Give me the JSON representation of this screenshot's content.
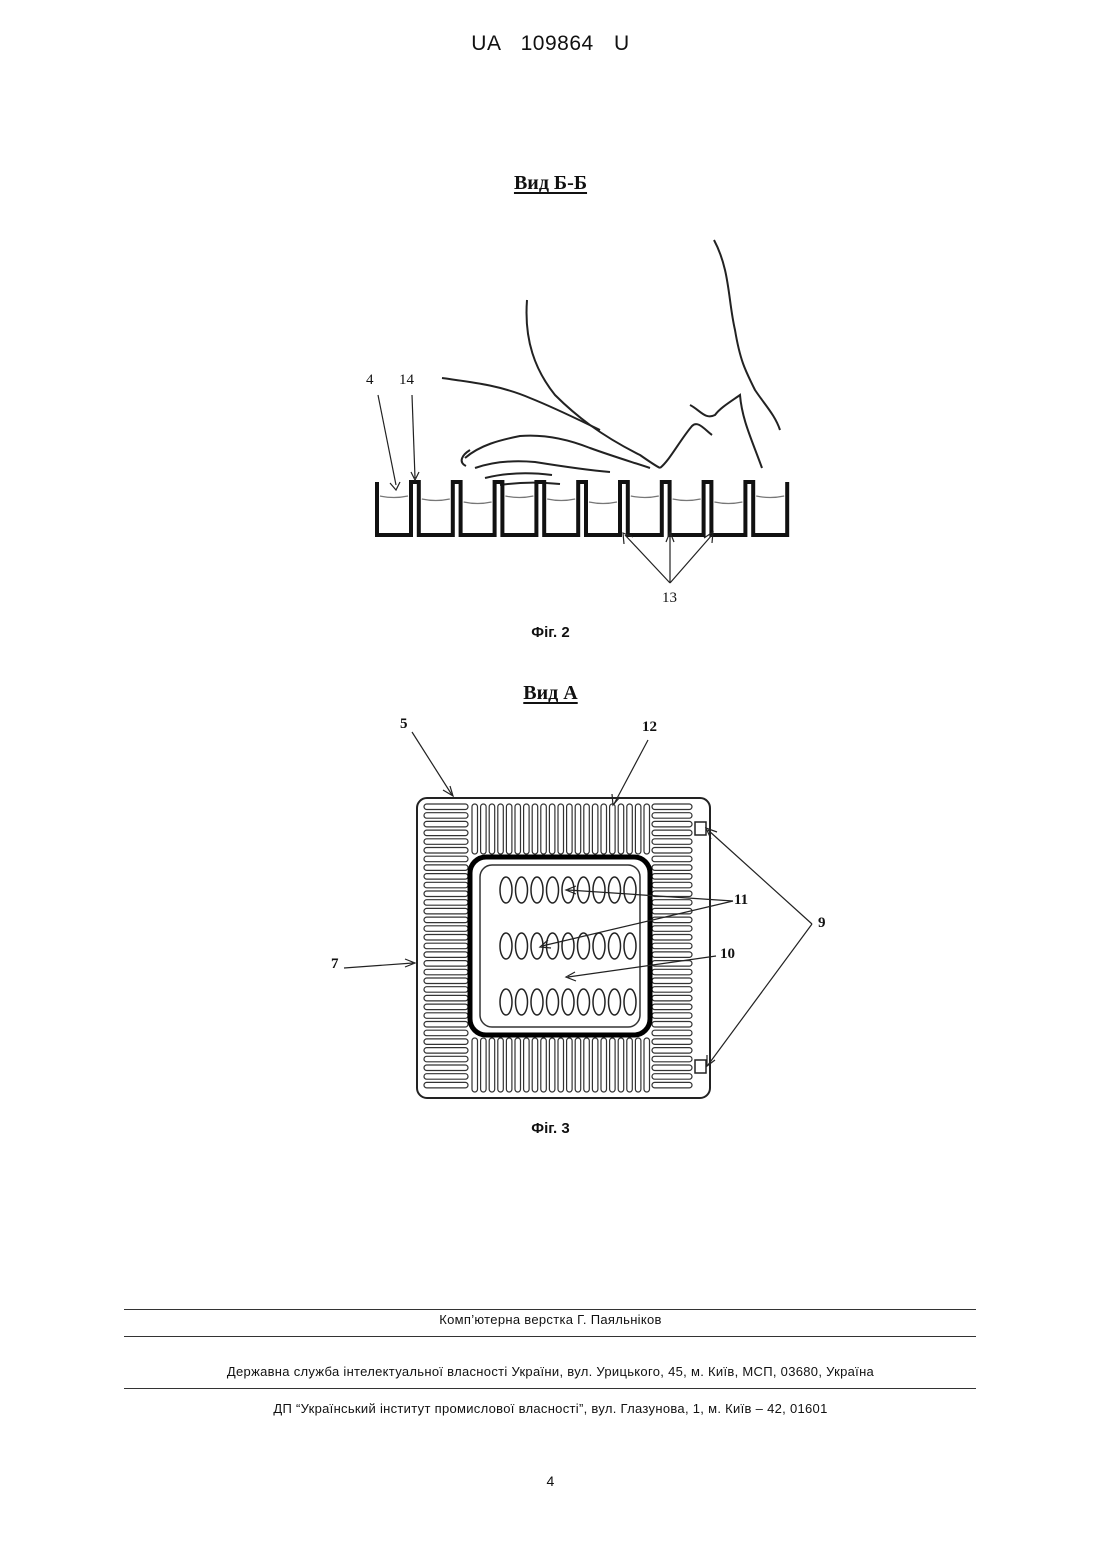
{
  "header": {
    "doc_number": "UA 109864 U"
  },
  "figure2": {
    "view_title": "Вид Б-Б",
    "caption": "Фіг. 2",
    "refs": {
      "r4": "4",
      "r14": "14",
      "r13": "13"
    }
  },
  "figure3": {
    "view_title": "Вид А",
    "caption": "Фіг. 3",
    "refs": {
      "r5": "5",
      "r12": "12",
      "r11": "11",
      "r9": "9",
      "r10": "10",
      "r7": "7"
    }
  },
  "footer": {
    "layout_credit": "Комп’ютерна верстка Г. Паяльніков",
    "agency": "Державна служба інтелектуальної власності України, вул. Урицького, 45, м. Київ, МСП, 03680, Україна",
    "institute": "ДП “Український інститут промислової власності”, вул. Глазунова, 1, м. Київ – 42, 01601",
    "page_number": "4"
  }
}
